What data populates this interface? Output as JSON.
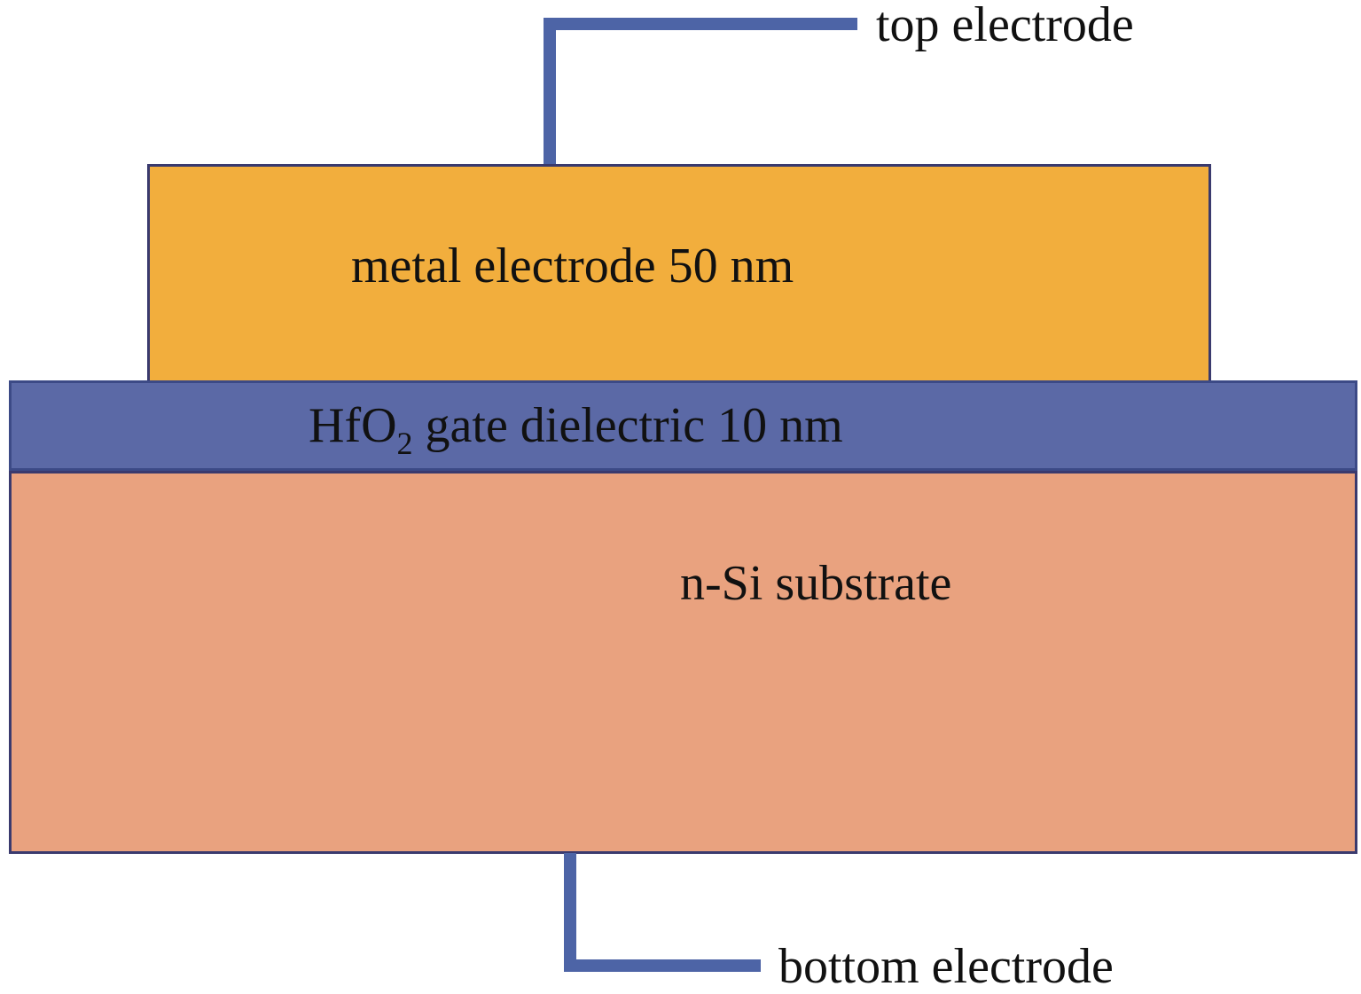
{
  "diagram": {
    "labels": {
      "top_electrode": "top electrode",
      "bottom_electrode": "bottom electrode",
      "metal_layer": "metal electrode 50 nm",
      "dielectric_prefix": "HfO",
      "dielectric_subscript": "2",
      "dielectric_suffix": " gate dielectric 10 nm",
      "substrate": "n-Si substrate"
    },
    "colors": {
      "metal": "#f2ae3d",
      "dielectric": "#5b69a6",
      "substrate": "#e9a27f",
      "wire": "#4d64a6",
      "outline": "#3a3a6e"
    }
  }
}
